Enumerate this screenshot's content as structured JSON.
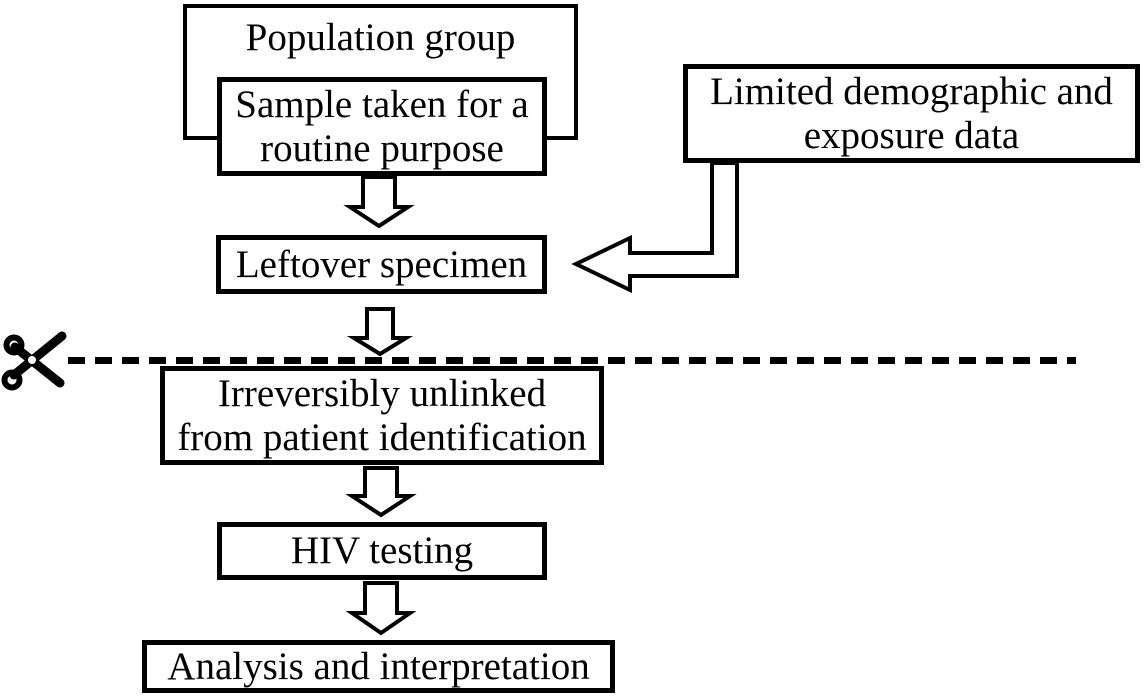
{
  "diagram": {
    "background_color": "#ffffff",
    "line_color": "#000000",
    "nodes": {
      "population_group": {
        "label": "Population group"
      },
      "sample_taken": {
        "line1": "Sample taken for a",
        "line2": "routine purpose"
      },
      "limited_data": {
        "line1": "Limited demographic and",
        "line2": "exposure data"
      },
      "leftover_specimen": {
        "label": "Leftover specimen"
      },
      "irreversibly_unlinked": {
        "line1": "Irreversibly unlinked",
        "line2": "from patient identification"
      },
      "hiv_testing": {
        "label": "HIV testing"
      },
      "analysis": {
        "label": "Analysis and interpretation"
      }
    },
    "icons": {
      "scissors": "✂",
      "down_arrow": "⇩",
      "left_arrow": "⇦"
    }
  }
}
